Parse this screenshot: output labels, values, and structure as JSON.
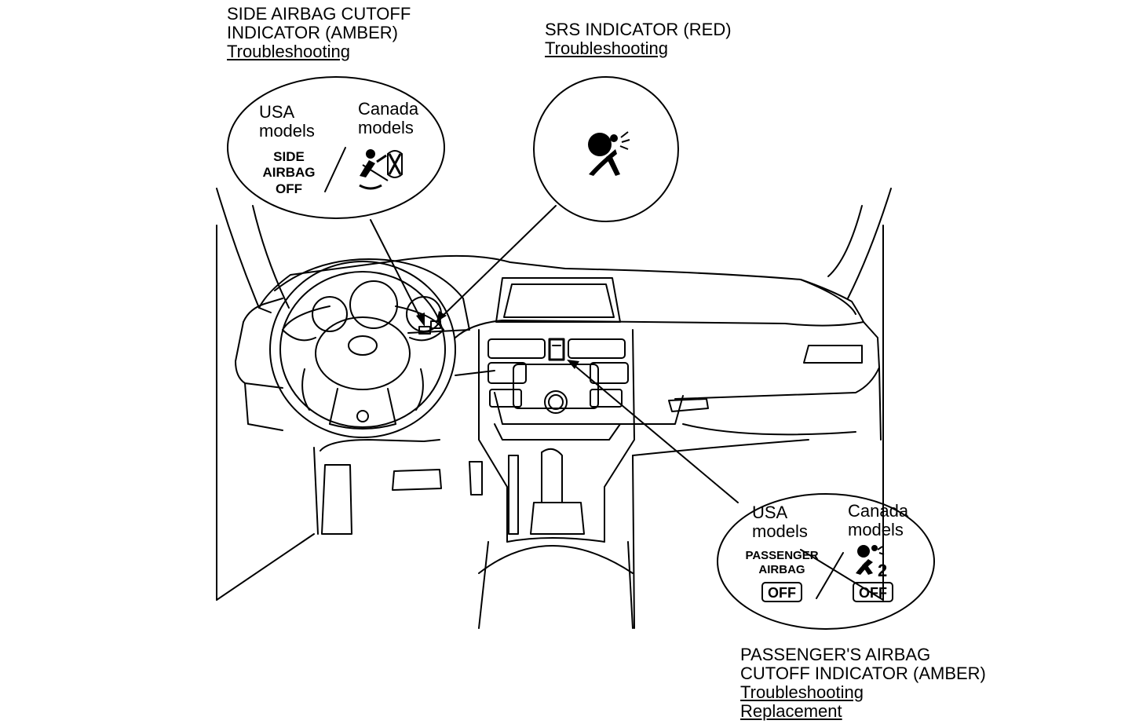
{
  "callouts": {
    "side_airbag": {
      "title_line1": "SIDE AIRBAG CUTOFF",
      "title_line2": "INDICATOR (AMBER)",
      "link_troubleshooting": "Troubleshooting",
      "usa_line1": "USA",
      "usa_line2": "models",
      "canada_line1": "Canada",
      "canada_line2": "models",
      "usa_indicator_line1": "SIDE",
      "usa_indicator_line2": "AIRBAG",
      "usa_indicator_line3": "OFF",
      "canada_icon": "side-airbag-off-symbol-icon"
    },
    "srs": {
      "title_line1": "SRS INDICATOR (RED)",
      "link_troubleshooting": "Troubleshooting",
      "icon": "srs-airbag-person-icon"
    },
    "passenger_airbag": {
      "title_line1": "PASSENGER'S AIRBAG",
      "title_line2": "CUTOFF INDICATOR (AMBER)",
      "link_troubleshooting": "Troubleshooting",
      "link_replacement": "Replacement",
      "usa_line1": "USA",
      "usa_line2": "models",
      "canada_line1": "Canada",
      "canada_line2": "models",
      "usa_indicator_line1": "PASSENGER",
      "usa_indicator_line2": "AIRBAG",
      "usa_indicator_off": "OFF",
      "canada_indicator_number": "2",
      "canada_indicator_off": "OFF",
      "canada_icon": "passenger-airbag-person-icon"
    }
  },
  "illustration": "dashboard-interior-line-drawing",
  "colors": {
    "line": "#000000",
    "background": "#ffffff"
  }
}
